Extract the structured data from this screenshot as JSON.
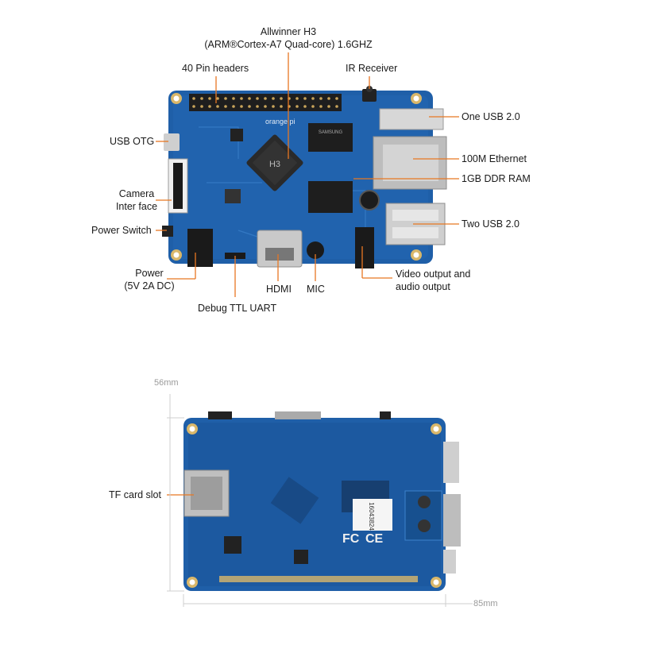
{
  "top_view": {
    "labels": {
      "soc_line1": "Allwinner H3",
      "soc_line2": "(ARM®Cortex-A7 Quad-core) 1.6GHZ",
      "pin_headers": "40 Pin headers",
      "ir_receiver": "IR Receiver",
      "usb_otg": "USB OTG",
      "camera_line1": "Camera",
      "camera_line2": "Inter face",
      "power_switch": "Power Switch",
      "power_line1": "Power",
      "power_line2": "(5V 2A DC)",
      "debug_uart": "Debug TTL UART",
      "hdmi": "HDMI",
      "mic": "MIC",
      "video_line1": "Video output and",
      "video_line2": "audio output",
      "one_usb": "One USB 2.0",
      "ethernet": "100M Ethernet",
      "ram": "1GB DDR RAM",
      "two_usb": "Two USB 2.0"
    },
    "chip_text": {
      "soc_mark": "H3",
      "brand": "orange pi",
      "ram_mark": "SAMSUNG"
    }
  },
  "bottom_view": {
    "labels": {
      "tf_card": "TF card slot",
      "height_dim": "56mm",
      "width_dim": "85mm"
    },
    "chip_text": {
      "serial": "16043824",
      "fcc": "FC",
      "ce": "CE"
    }
  },
  "colors": {
    "pcb": "#1f5fa8",
    "pcb_dark": "#174d8c",
    "pin": "#1e1e1e",
    "leader": "#e87722",
    "mount_hole": "#d9b76a"
  }
}
